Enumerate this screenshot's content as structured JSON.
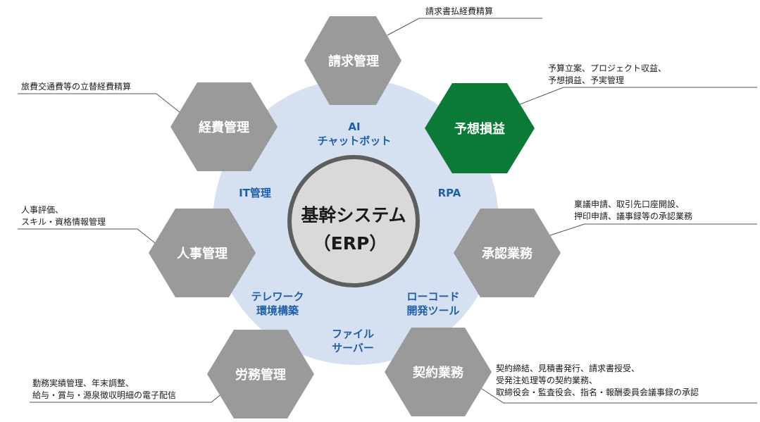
{
  "center": {
    "line1": "基幹システム",
    "line2": "（ERP）"
  },
  "modules": [
    {
      "id": "billing",
      "label": "請求管理",
      "color": "#9a9a9a",
      "note": [
        "請求書払経費精算"
      ]
    },
    {
      "id": "forecast",
      "label": "予想損益",
      "color": "#0b7a36",
      "note": [
        "予算立案、プロジェクト収益、",
        "予想損益、予実管理"
      ]
    },
    {
      "id": "approval",
      "label": "承認業務",
      "color": "#9a9a9a",
      "note": [
        "稟議申請、取引先口座開設、",
        "押印申請、議事録等の承認業務"
      ]
    },
    {
      "id": "contract",
      "label": "契約業務",
      "color": "#9a9a9a",
      "note": [
        "契約締結、見積書発行、請求書授受、",
        "受発注処理等の契約業務、",
        "取締役会・監査役会、指名・報酬委員会議事録の承認"
      ]
    },
    {
      "id": "labor",
      "label": "労務管理",
      "color": "#9a9a9a",
      "note": [
        "勤務実績管理、年末調整、",
        "給与・賞与・源泉徴収明細の電子配信"
      ]
    },
    {
      "id": "hr",
      "label": "人事管理",
      "color": "#9a9a9a",
      "note": [
        "人事評価、",
        "スキル・資格情報管理"
      ]
    },
    {
      "id": "expense",
      "label": "経費管理",
      "color": "#9a9a9a",
      "note": [
        "旅費交通費等の立替経費精算"
      ]
    }
  ],
  "ring_labels": [
    {
      "id": "ai",
      "lines": [
        "AI",
        "チャットボット"
      ]
    },
    {
      "id": "rpa",
      "lines": [
        "RPA"
      ]
    },
    {
      "id": "lowcode",
      "lines": [
        "ローコード",
        "開発ツール"
      ]
    },
    {
      "id": "fileserver",
      "lines": [
        "ファイル",
        "サーバー"
      ]
    },
    {
      "id": "telework",
      "lines": [
        "テレワーク",
        "環境構築"
      ]
    },
    {
      "id": "it",
      "lines": [
        "IT管理"
      ]
    }
  ],
  "colors": {
    "ring": "#d5e0f1",
    "core_fill": "#d9d9d9",
    "core_stroke": "#5e5e5e",
    "hex_gray": "#9a9a9a",
    "hex_green": "#0b7a36",
    "ring_text": "#1f5fa8",
    "leader": "#555555"
  }
}
